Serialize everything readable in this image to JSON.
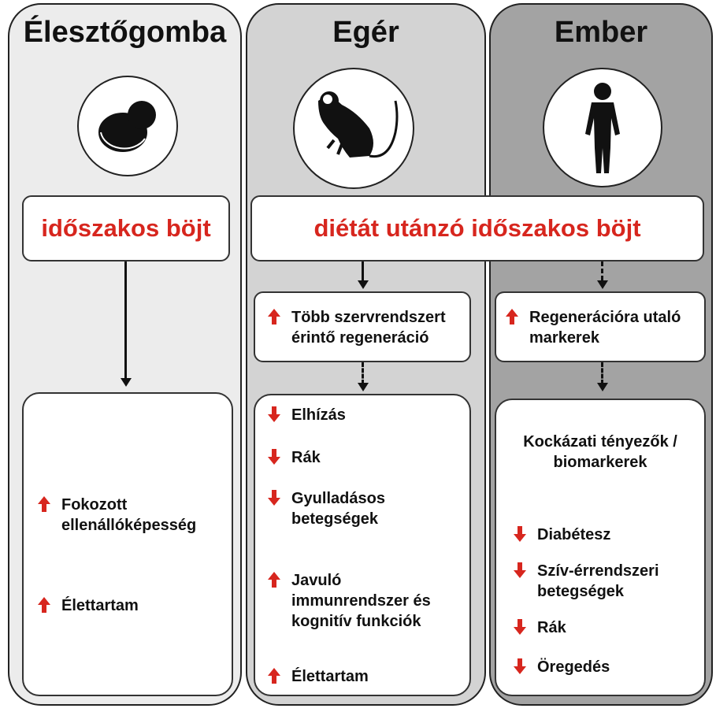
{
  "columns": {
    "yeast": {
      "title": "Élesztőgomba",
      "intervention": "időszakos böjt",
      "effects": [
        "Fokozott ellenállóképesség",
        "Élettartam"
      ]
    },
    "mouse": {
      "title": "Egér",
      "mid": "Több szervrendszert érintő regeneráció",
      "effects_down": [
        "Elhízás",
        "Rák",
        "Gyulladásos betegségek"
      ],
      "effects_up": [
        "Javuló immunrendszer és kognitív funkciók",
        "Élettartam"
      ]
    },
    "human": {
      "title": "Ember",
      "mid": "Regenerációra utaló markerek",
      "risk_title": "Kockázati tényezők / biomarkerek",
      "effects_down": [
        "Diabétesz",
        "Szív-érrendszeri betegségek",
        "Rák",
        "Öregedés"
      ]
    }
  },
  "shared_intervention": "diétát utánzó időszakos böjt",
  "colors": {
    "arrow_red": "#d7261e",
    "text_red": "#d7261e",
    "col1": "#ececec",
    "col2": "#d3d3d3",
    "col3": "#a3a3a3"
  }
}
